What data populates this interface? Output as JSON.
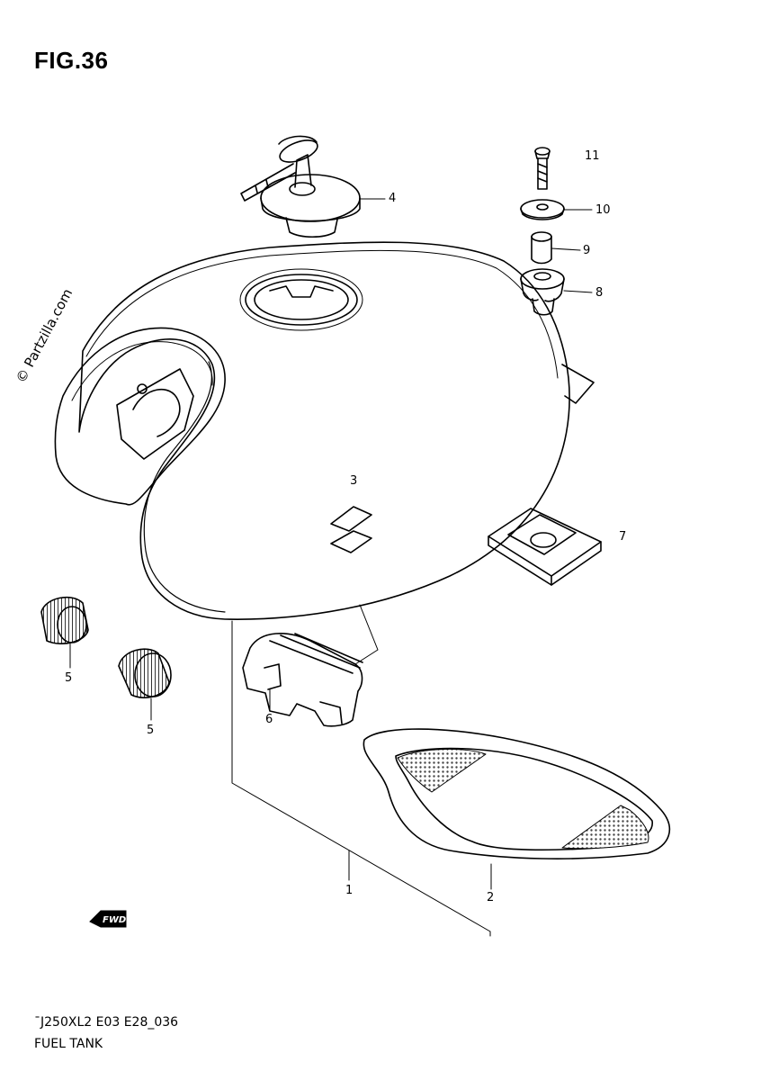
{
  "figure": {
    "title": "FIG.36",
    "watermark": "© Partzilla.com",
    "model_code": "¯J250XL2 E03 E28_036",
    "section_name": "FUEL TANK",
    "direction_label": "FWD"
  },
  "callouts": {
    "c1": "1",
    "c2": "2",
    "c3": "3",
    "c4": "4",
    "c5a": "5",
    "c5b": "5",
    "c6": "6",
    "c7": "7",
    "c8": "8",
    "c9": "9",
    "c10": "10",
    "c11": "11"
  }
}
